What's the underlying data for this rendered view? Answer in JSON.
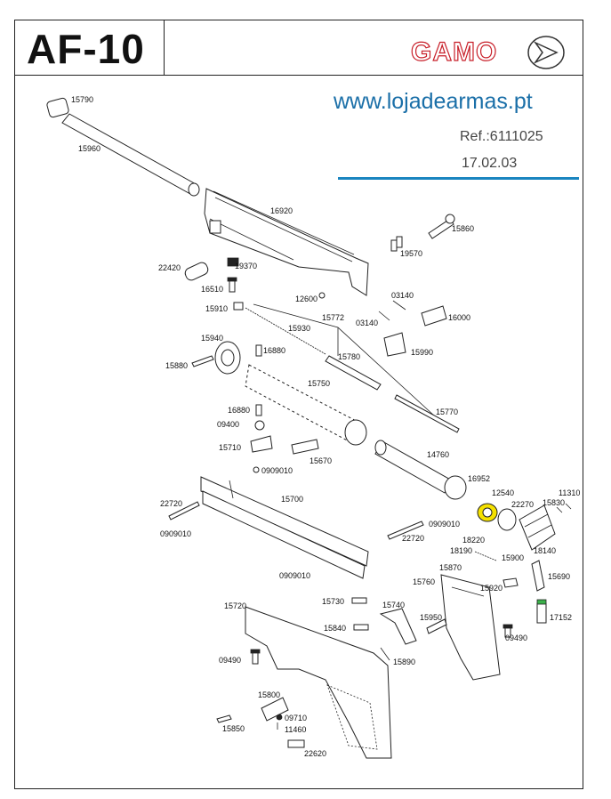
{
  "header": {
    "model": "AF-10",
    "brand": "GAMO",
    "website": "www.lojadearmas.pt",
    "reference": "Ref.:6111025",
    "date": "17.02.03"
  },
  "colors": {
    "brand_red": "#c8202a",
    "website_blue": "#1a6fa8",
    "rule_blue": "#1a85c0",
    "highlight_yellow": "#f5e100"
  },
  "parts": [
    "15790",
    "15960",
    "16920",
    "15860",
    "19570",
    "22420",
    "19370",
    "16510",
    "12600",
    "03140",
    "03140",
    "16000",
    "15910",
    "15772",
    "15930",
    "15940",
    "15780",
    "15990",
    "16880",
    "15880",
    "15750",
    "15770",
    "16880",
    "09400",
    "15710",
    "15670",
    "0909010",
    "14760",
    "16952",
    "12540",
    "22270",
    "11310",
    "15830",
    "22720",
    "15700",
    "22720",
    "0909010",
    "18220",
    "18190",
    "0909010",
    "18140",
    "15900",
    "15870",
    "15760",
    "15920",
    "15690",
    "0909010",
    "15730",
    "15720",
    "15740",
    "17152",
    "15950",
    "15840",
    "09490",
    "09490",
    "15890",
    "15800",
    "09710",
    "11460",
    "15850",
    "22620"
  ],
  "highlighted_part": "12540"
}
